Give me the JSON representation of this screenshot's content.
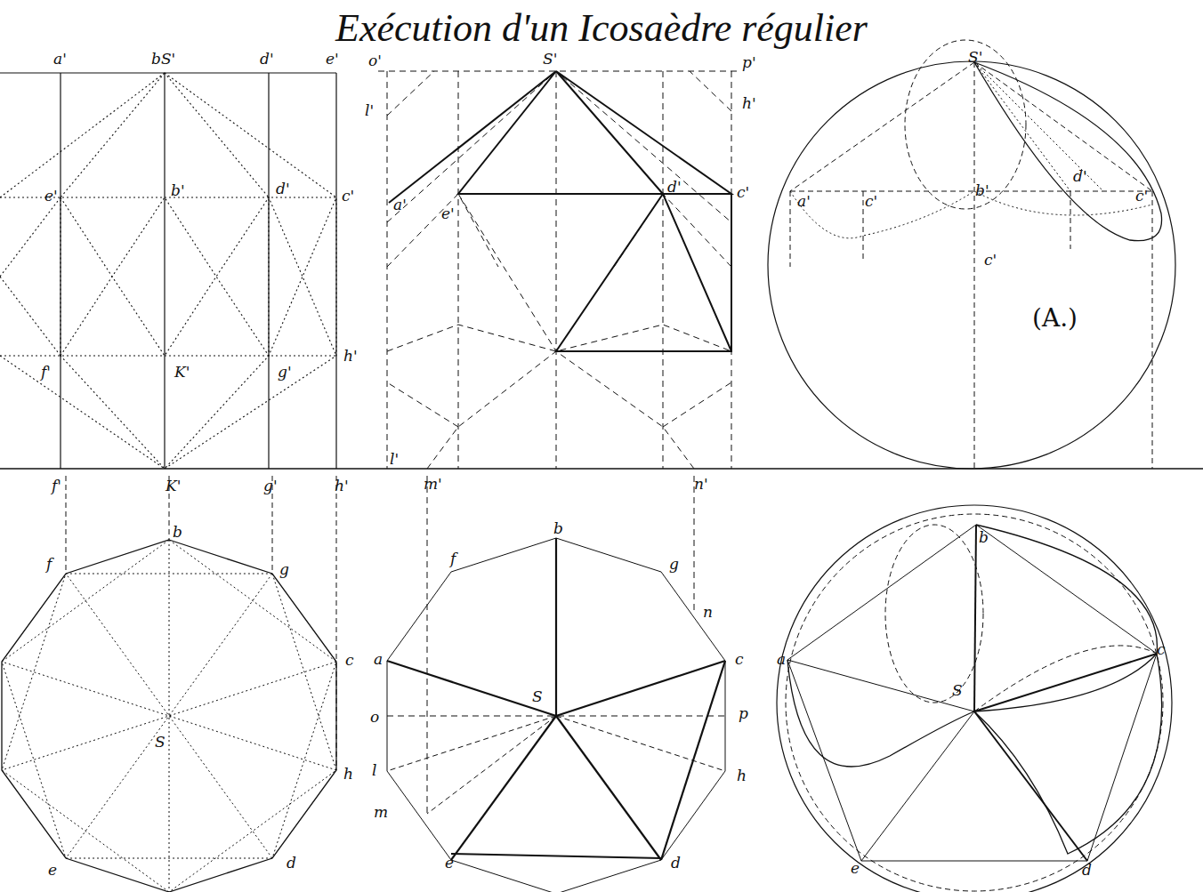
{
  "diagram": {
    "title": "Exécution d'un Icosaèdre régulier",
    "labels": [
      "a'",
      "bS'",
      "d'",
      "e'",
      "e'",
      "b'",
      "d'",
      "c'",
      "f'",
      "K'",
      "g'",
      "h'",
      "f'",
      "K'",
      "g'",
      "h'",
      "b",
      "f",
      "g",
      "c",
      "S",
      "h",
      "e",
      "d",
      "o'",
      "S'",
      "p'",
      "l'",
      "h'",
      "a'",
      "e'",
      "d'",
      "c'",
      "l'",
      "m'",
      "n'",
      "b",
      "f",
      "g",
      "n",
      "a",
      "c",
      "S",
      "o",
      "p",
      "l",
      "h",
      "m",
      "e",
      "d",
      "S'",
      "a'",
      "c'",
      "b'",
      "d'",
      "c'",
      "c'",
      "(A.)",
      "b",
      "a",
      "c",
      "S",
      "e",
      "d"
    ]
  }
}
